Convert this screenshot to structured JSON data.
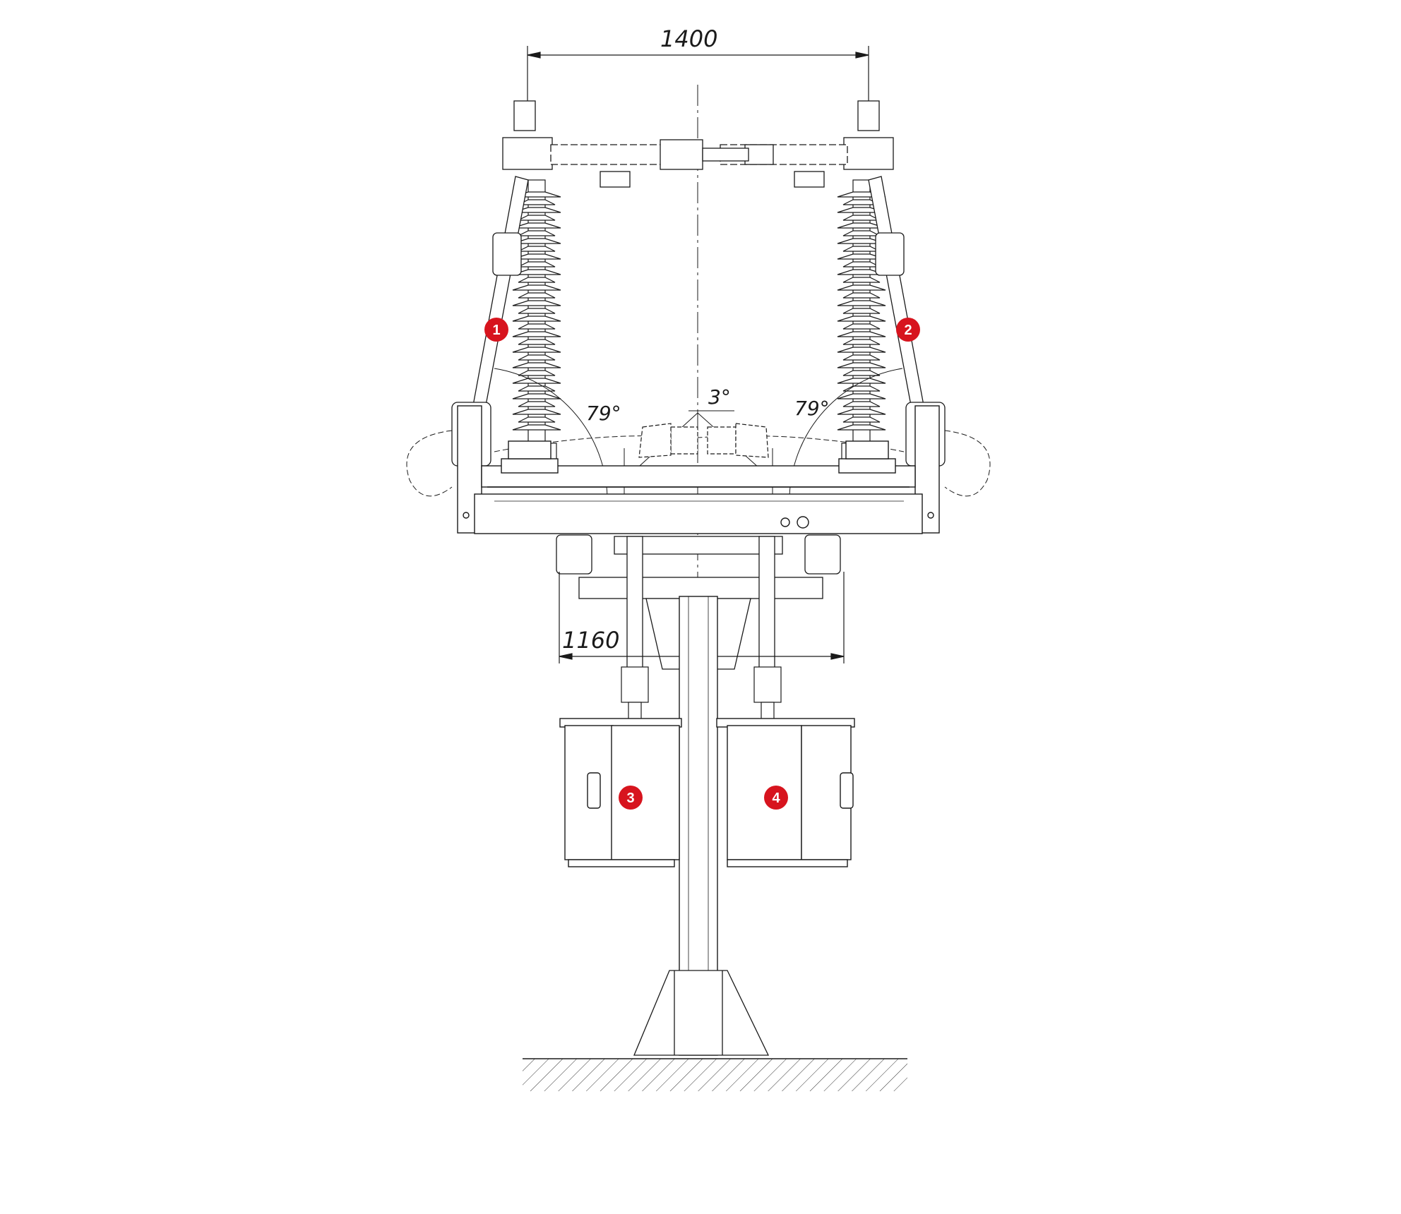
{
  "dimensions": {
    "top_width": "1400",
    "frame_width": "1160",
    "angle_left": "79°",
    "angle_right": "79°",
    "angle_center": "3°"
  },
  "markers": [
    {
      "label": "1"
    },
    {
      "label": "2"
    },
    {
      "label": "3"
    },
    {
      "label": "4"
    }
  ],
  "colors": {
    "line": "#1a1a1a",
    "marker": "#d7141e",
    "marker_text": "#ffffff"
  }
}
